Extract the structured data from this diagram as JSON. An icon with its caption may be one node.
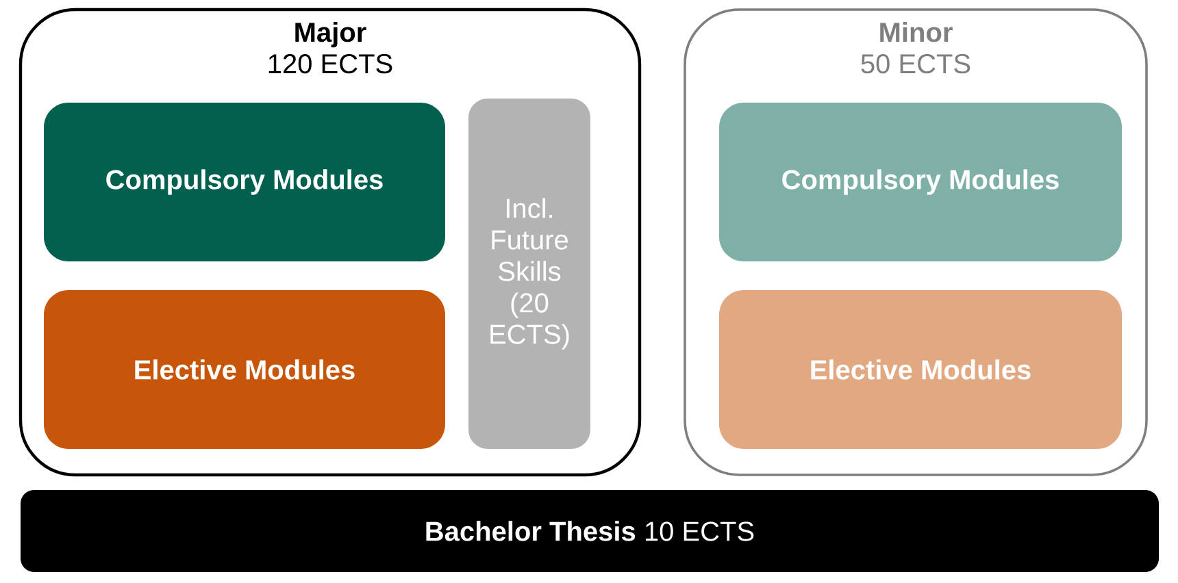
{
  "diagram": {
    "nodes": [
      {
        "text": [
          "Major",
          "120 ECTS"
        ]
      },
      {
        "text": [
          "Compulsory Modules"
        ],
        "in": 0
      },
      {
        "text": [
          "Elective Modules"
        ],
        "in": 0
      },
      {
        "text": [
          "Incl. Future Skills (20 ECTS)"
        ],
        "in": 0
      },
      {
        "text": [
          "Minor",
          "50 ECTS"
        ]
      },
      {
        "text": [
          "Compulsory Modules"
        ],
        "in": 4
      },
      {
        "text": [
          "Elective Modules"
        ],
        "in": 4
      },
      {
        "text": [
          "**Bachelor Thesis** 10 ECTS"
        ]
      }
    ]
  }
}
